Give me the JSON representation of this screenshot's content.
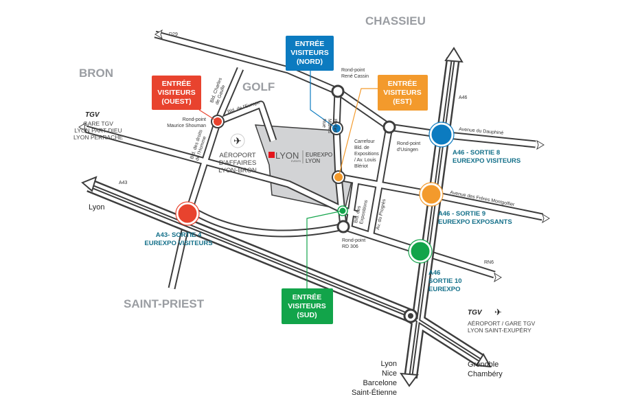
{
  "colors": {
    "ouest": "#e8432e",
    "nord": "#0c7bc0",
    "est": "#f39a2c",
    "sud": "#12a44a",
    "exit_text": "#14708a",
    "site": "#d2d3d5",
    "road_outline": "#3d3d3d"
  },
  "areas": {
    "chassieu": "CHASSIEU",
    "bron": "BRON",
    "saint_priest": "SAINT-PRIEST",
    "golf": "GOLF"
  },
  "entrances": {
    "nord": {
      "lines": [
        "ENTRÉE",
        "VISITEURS",
        "(NORD)"
      ]
    },
    "ouest": {
      "lines": [
        "ENTRÉE",
        "VISITEURS",
        "(OUEST)"
      ]
    },
    "est": {
      "lines": [
        "ENTRÉE",
        "VISITEURS",
        "(EST)"
      ]
    },
    "sud": {
      "lines": [
        "ENTRÉE",
        "VISITEURS",
        "(SUD)"
      ]
    }
  },
  "roads": {
    "d29": "D29",
    "a46": "A46",
    "a43": "A43",
    "rn6": "RN6",
    "dauphine": "Avenue du Dauphiné",
    "montgolfier": "Avenue des Frères Montgolfier",
    "europe": "Bld. de l'Europe",
    "charles_de_gaulle": [
      "Bld. Charles",
      "de Gaulle"
    ],
    "droits_homme": [
      "Bld. des droits",
      "de l'Homme"
    ],
    "marius_berliet": [
      "Rue",
      "Marius",
      "Berliet"
    ],
    "expositions": [
      "Bld. des",
      "Expositions"
    ],
    "progres": "Av. du Progrès"
  },
  "roundabouts": {
    "rene_cassin": [
      "Rond-point",
      "René Cassin"
    ],
    "maurice_shouman": [
      "Rond-point",
      "Maurice Shouman"
    ],
    "usingen": [
      "Rond-point",
      "d'Usingen"
    ],
    "rd306": [
      "Rond-point",
      "RD 306"
    ],
    "carrefour": [
      "Carrefour",
      "Bld. de",
      "Expositions",
      "/ Av. Louis",
      "Blériot"
    ]
  },
  "exits": {
    "sortie8": [
      "A46 - SORTIE 8",
      "EUREXPO VISITEURS"
    ],
    "sortie9": [
      "A46 - SORTIE 9",
      "EUREXPO EXPOSANTS"
    ],
    "sortie10": [
      "A46",
      "SORTIE 10",
      "EUREXPO"
    ],
    "sortie4": [
      "A43- SORTIE 4",
      "EUREXPO VISITEURS"
    ]
  },
  "places": {
    "airport": [
      "AÉROPORT",
      "D'AFFAIRES",
      "LYON-BRON"
    ],
    "tgv_left": {
      "logo": "TGV",
      "lines": [
        "GARE TGV",
        "LYON PART-DIEU",
        "LYON PERRACHE"
      ]
    },
    "tgv_right": {
      "logo": "TGV",
      "lines": [
        "AÉROPORT / GARE TGV",
        "LYON SAINT-EXUPÉRY"
      ]
    },
    "lyon": "Lyon",
    "south": [
      "Lyon",
      "Nice",
      "Barcelone",
      "Saint-Étienne"
    ],
    "southeast": [
      "Grenoble",
      "Chambéry"
    ]
  },
  "site": {
    "logo": "LYON",
    "logo_sub": "EVENTS",
    "name": [
      "EUREXPO",
      "LYON"
    ]
  }
}
